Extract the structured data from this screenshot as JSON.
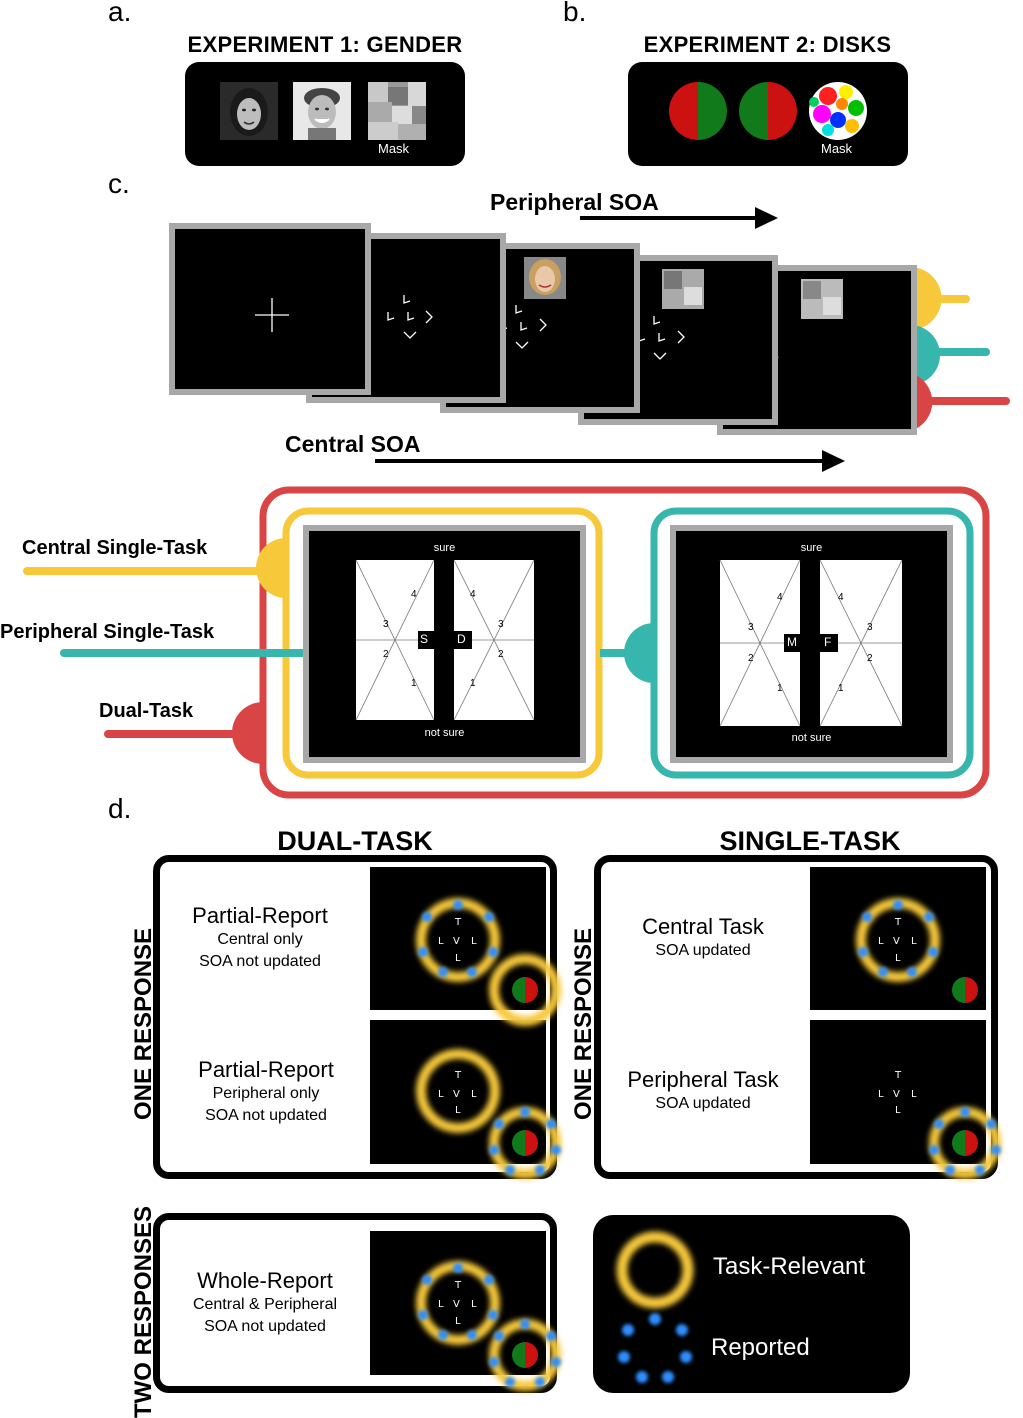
{
  "panel_labels": {
    "a": "a.",
    "b": "b.",
    "c": "c.",
    "d": "d."
  },
  "exp1": {
    "title": "EXPERIMENT 1: GENDER",
    "mask_label": "Mask"
  },
  "exp2": {
    "title": "EXPERIMENT 2: DISKS",
    "mask_label": "Mask"
  },
  "timeline": {
    "peripheral_soa": "Peripheral SOA",
    "central_soa": "Central SOA"
  },
  "response_screens": {
    "left": {
      "top": "sure",
      "bottom": "not sure",
      "left_key": "S",
      "right_key": "D",
      "numbers_left": [
        "4",
        "3",
        "2",
        "1"
      ],
      "numbers_right": [
        "4",
        "3",
        "2",
        "1"
      ]
    },
    "right": {
      "top": "sure",
      "bottom": "not sure",
      "left_key": "M",
      "right_key": "F",
      "numbers_left": [
        "4",
        "3",
        "2",
        "1"
      ],
      "numbers_right": [
        "4",
        "3",
        "2",
        "1"
      ]
    }
  },
  "task_labels": {
    "central": "Central Single-Task",
    "peripheral": "Peripheral Single-Task",
    "dual": "Dual-Task"
  },
  "section_d": {
    "dual_head": "DUAL-TASK",
    "single_head": "SINGLE-TASK",
    "one_response": "ONE RESPONSE",
    "two_responses": "TWO RESPONSES",
    "conditions": {
      "partial_central": {
        "title": "Partial-Report",
        "line1": "Central only",
        "line2": "SOA not updated"
      },
      "partial_peripheral": {
        "title": "Partial-Report",
        "line1": "Peripheral only",
        "line2": "SOA not updated"
      },
      "central_task": {
        "title": "Central Task",
        "line1": "SOA updated"
      },
      "peripheral_task": {
        "title": "Peripheral Task",
        "line1": "SOA updated"
      },
      "whole_report": {
        "title": "Whole-Report",
        "line1": "Central & Peripheral",
        "line2": "SOA not updated"
      }
    },
    "letters": {
      "top": "T",
      "left": "L",
      "mid": "V",
      "right": "L",
      "bottom": "L"
    },
    "legend": {
      "relevant": "Task-Relevant",
      "reported": "Reported"
    }
  },
  "colors": {
    "yellow": "#f6c83a",
    "teal": "#36b6ad",
    "red": "#d94545",
    "gray": "#a8a8a8",
    "disk_red": "#cc1111",
    "disk_green": "#117a1a",
    "blue": "#2f8dff"
  }
}
